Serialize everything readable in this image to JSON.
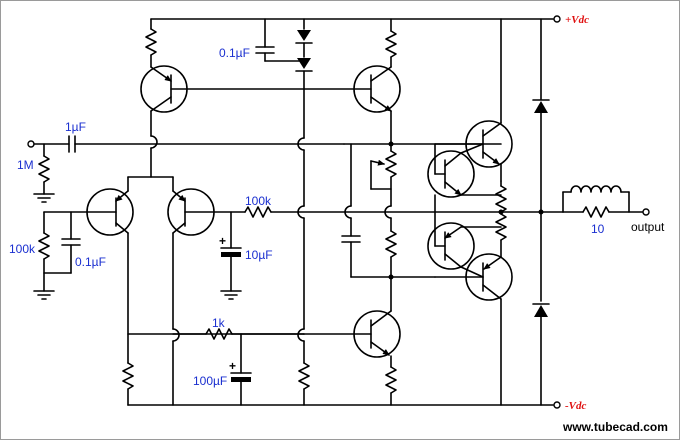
{
  "colors": {
    "wire": "#000000",
    "value_label": "#1a2fd0",
    "rail_label": "#e01010",
    "site": "#000000"
  },
  "labels": {
    "vplus": "+Vdc",
    "vminus": "-Vdc",
    "cap_top": "0.1µF",
    "cap_in": "1µF",
    "r_1m": "1M",
    "r_100k_left": "100k",
    "cap_left": "0.1µF",
    "r_100k_mid": "100k",
    "cap_10u": "10µF",
    "r_1k": "1k",
    "cap_100u": "100µF",
    "r_10": "10",
    "output": "output",
    "site": "www.tubecad.com"
  }
}
